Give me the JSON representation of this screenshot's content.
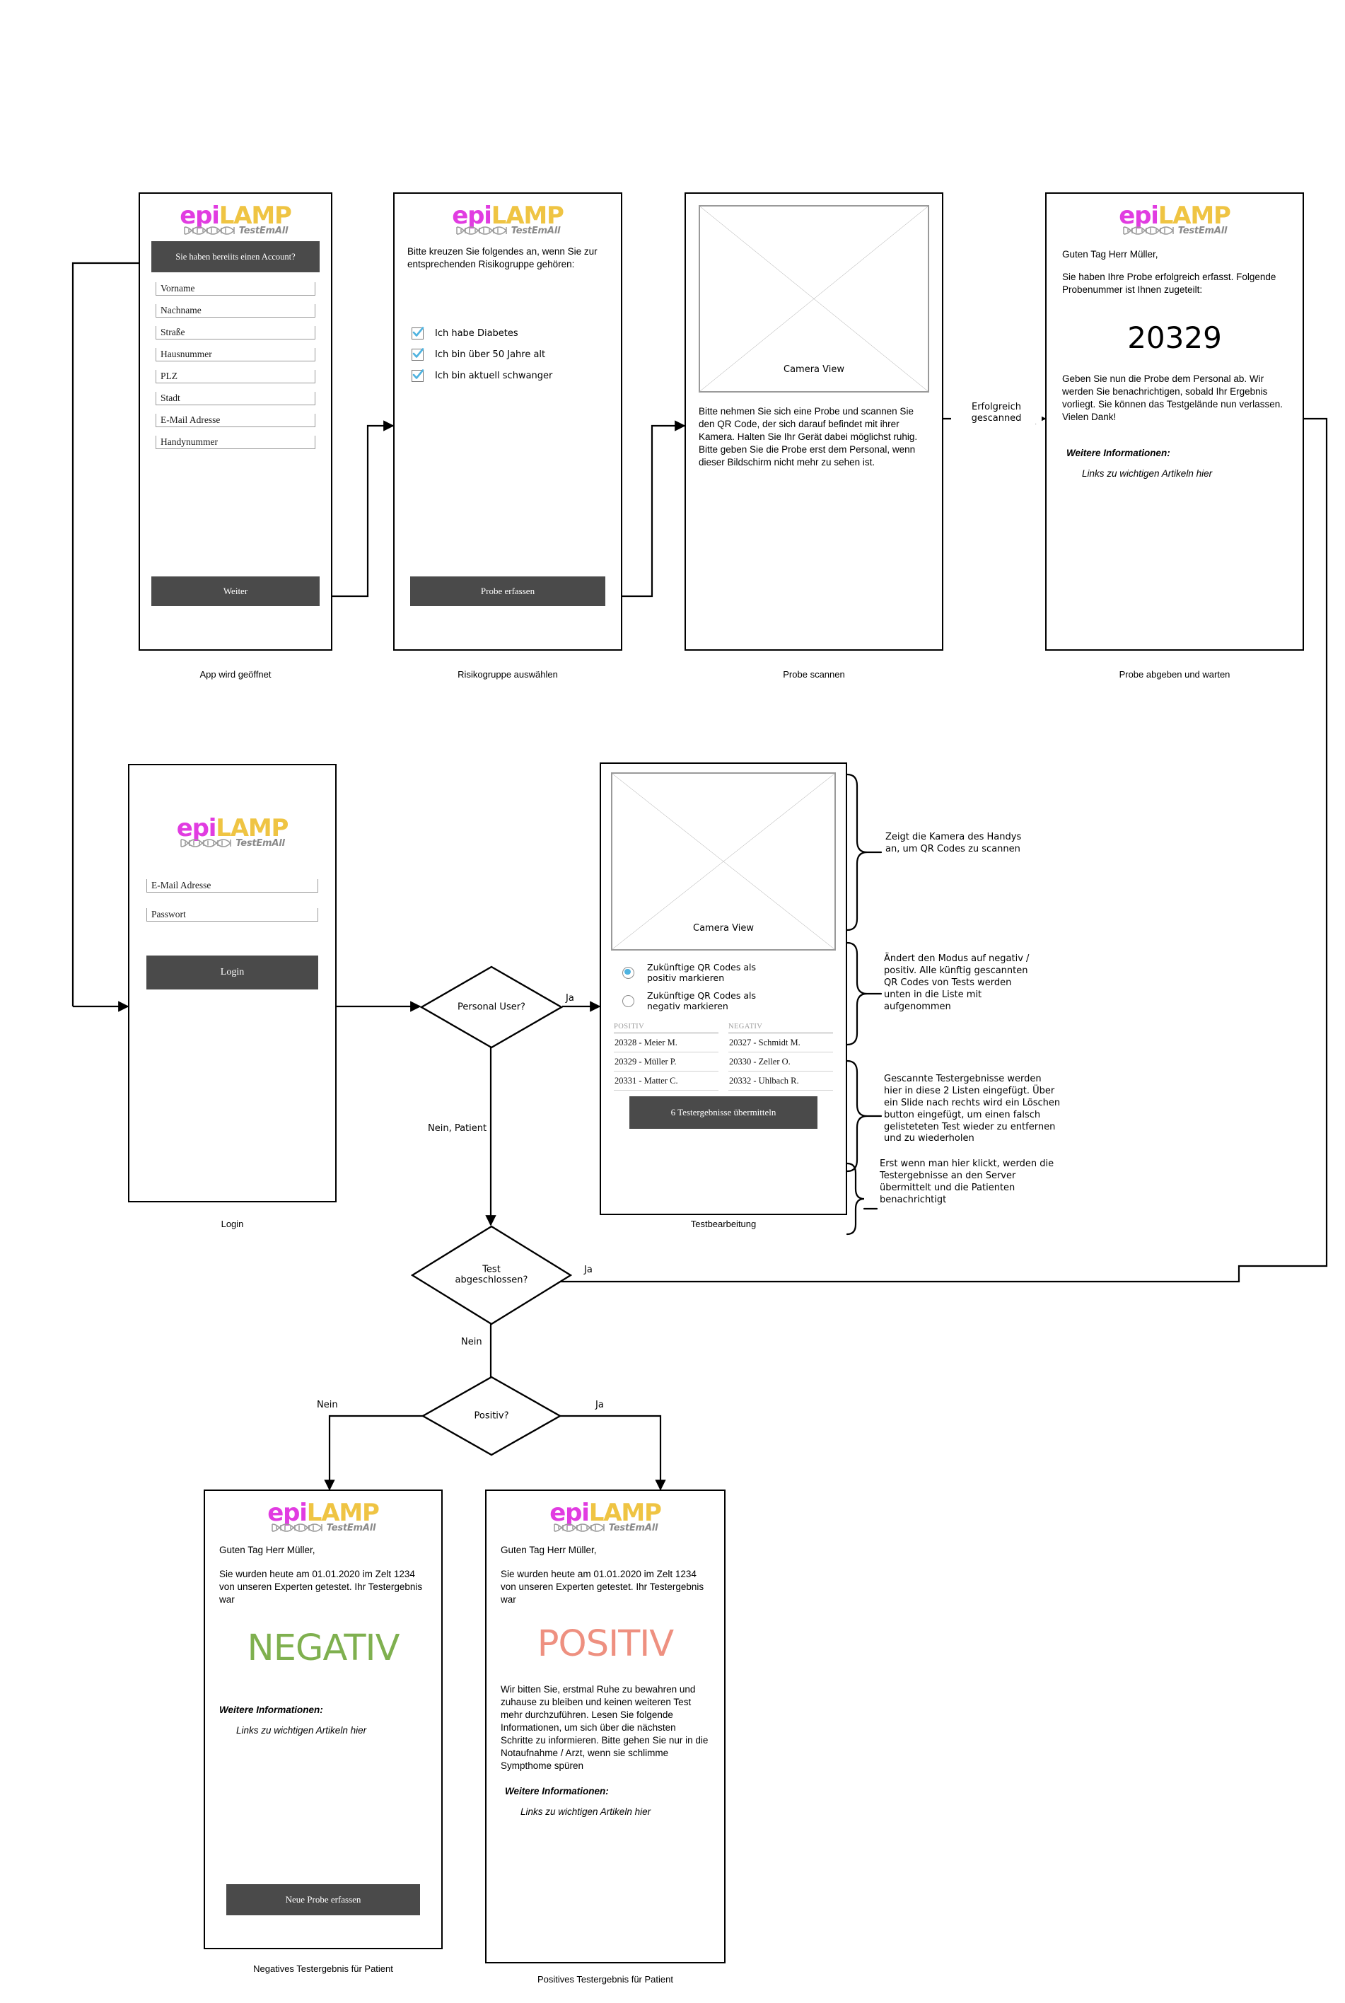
{
  "brand": {
    "logo_epi": "epi",
    "logo_lamp": "LAMP",
    "tagline": "TestEmAll",
    "color_epi": "#E13CE1",
    "color_lamp": "#EFC443",
    "color_tagline": "#8a8a8a"
  },
  "colors": {
    "button_dark": "#4a4a4a",
    "negative": "#7FB04F",
    "positive": "#EE9080",
    "checkbox_check": "#4FB3E0",
    "radio_selected": "#4FB3E0",
    "camera_border": "#9a9a9a"
  },
  "screens": {
    "signup": {
      "caption": "App wird geöffnet",
      "account_banner": "Sie haben bereiits einen Account?",
      "fields": [
        "Vorname",
        "Nachname",
        "Straße",
        "Hausnummer",
        "PLZ",
        "Stadt",
        "E-Mail Adresse",
        "Handynummer"
      ],
      "submit_label": "Weiter"
    },
    "risk": {
      "caption": "Risikogruppe auswählen",
      "prompt": "Bitte kreuzen Sie folgendes an, wenn Sie zur entsprechenden Risikogruppe gehören:",
      "checkboxes": [
        {
          "label": "Ich habe Diabetes",
          "checked": true
        },
        {
          "label": "Ich bin über 50 Jahre alt",
          "checked": true
        },
        {
          "label": "Ich bin aktuell schwanger",
          "checked": true
        }
      ],
      "submit_label": "Probe erfassen"
    },
    "scan": {
      "caption": "Probe scannen",
      "camera_label": "Camera View",
      "instructions": "Bitte nehmen Sie sich eine Probe und scannen Sie den QR Code, der sich darauf befindet mit ihrer Kamera. Halten Sie Ihr Gerät dabei möglichst ruhig. Bitte geben Sie die Probe erst dem Personal, wenn dieser Bildschirm nicht mehr zu sehen ist."
    },
    "confirm": {
      "caption": "Probe abgeben und warten",
      "greeting": "Guten Tag Herr Müller,",
      "intro": "Sie haben Ihre Probe erfolgreich erfasst. Folgende Probenummer ist Ihnen zugeteilt:",
      "sample_number": "20329",
      "outro": "Geben Sie nun die Probe dem Personal ab. Wir werden Sie benachrichtigen, sobald Ihr Ergebnis vorliegt. Sie können das Testgelände nun verlassen. Vielen Dank!",
      "more_info_heading": "Weitere Informationen:",
      "more_info_link": "Links zu wichtigen Artikeln hier"
    },
    "login": {
      "caption": "Login",
      "fields": [
        "E-Mail Adresse",
        "Passwort"
      ],
      "submit_label": "Login"
    },
    "processing": {
      "caption": "Testbearbeitung",
      "camera_label": "Camera View",
      "radios": [
        {
          "label": "Zukünftige QR Codes als positiv markieren",
          "selected": true
        },
        {
          "label": "Zukünftige QR Codes als negativ markieren",
          "selected": false
        }
      ],
      "list_positive_header": "POSITIV",
      "list_negative_header": "NEGATIV",
      "list_positive": [
        "20328 - Meier M.",
        "20329 - Müller P.",
        "20331 - Matter C."
      ],
      "list_negative": [
        "20327 - Schmidt M.",
        "20330 - Zeller O.",
        "20332 - Uhlbach R."
      ],
      "submit_label": "6 Testergebnisse übermitteln"
    },
    "result_negative": {
      "caption": "Negatives Testergebnis für Patient",
      "greeting": "Guten Tag Herr Müller,",
      "intro": "Sie wurden heute am 01.01.2020 im Zelt 1234 von unseren Experten getestet. Ihr Testergebnis war",
      "result_word": "NEGATIV",
      "more_info_heading": "Weitere Informationen:",
      "more_info_link": "Links zu wichtigen Artikeln hier",
      "submit_label": "Neue Probe erfassen"
    },
    "result_positive": {
      "caption": "Positives Testergebnis für Patient",
      "greeting": "Guten Tag Herr Müller,",
      "intro": "Sie wurden heute am 01.01.2020 im Zelt 1234 von unseren Experten getestet. Ihr Testergebnis war",
      "result_word": "POSITIV",
      "advice": "Wir bitten Sie, erstmal Ruhe zu bewahren und zuhause zu bleiben und keinen weiteren Test mehr durchzuführen. Lesen Sie folgende Informationen, um sich über die nächsten Schritte zu informieren. Bitte gehen Sie nur in die Notaufnahme / Arzt, wenn sie schlimme Sympthome spüren",
      "more_info_heading": "Weitere Informationen:",
      "more_info_link": "Links zu wichtigen Artikeln hier"
    }
  },
  "decisions": {
    "personal_user": "Personal User?",
    "test_done_line1": "Test",
    "test_done_line2": "abgeschlossen?",
    "positive": "Positiv?"
  },
  "edge_labels": {
    "scanned_ok": "Erfolgreich gescanned",
    "personal_yes": "Ja",
    "personal_no": "Nein, Patient",
    "testdone_yes": "Ja",
    "testdone_no": "Nein",
    "positive_no": "Nein",
    "positive_yes": "Ja"
  },
  "annotations": {
    "camera": "Zeigt die Kamera des Handys an, um QR Codes zu scannen",
    "mode": "Ändert den Modus auf negativ / positiv. Alle künftig gescannten QR Codes von Tests werden unten in die Liste mit aufgenommen",
    "lists": "Gescannte Testergebnisse werden hier in diese 2 Listen eingefügt. Über ein Slide nach rechts wird ein Löschen button eingefügt, um einen falsch gelisteteten Test wieder zu entfernen und zu wiederholen",
    "submit": "Erst wenn man hier klickt, werden die Testergebnisse an den Server übermittelt und die Patienten benachrichtigt"
  }
}
